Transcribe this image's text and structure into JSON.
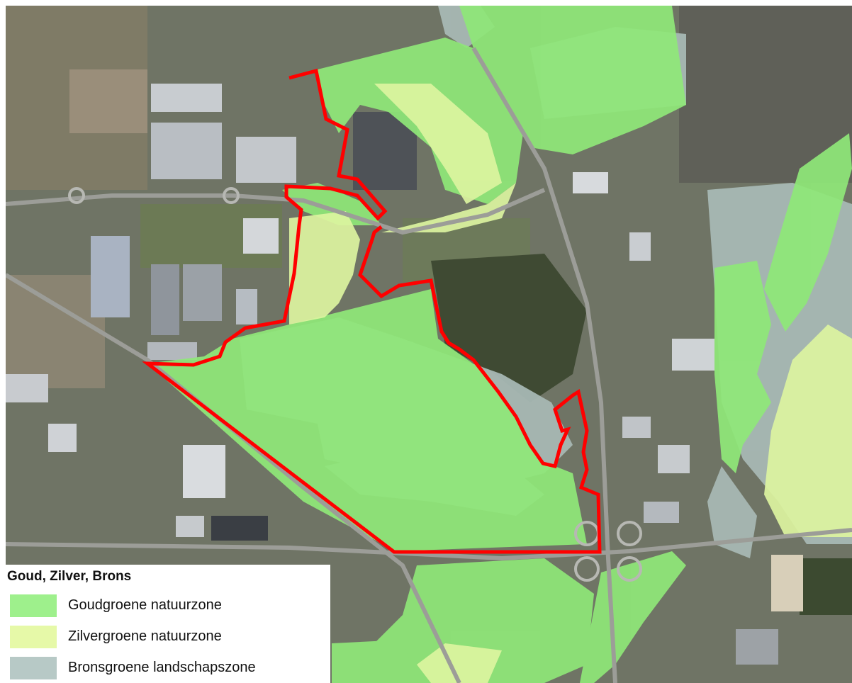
{
  "legend": {
    "title": "Goud, Zilver, Brons",
    "items": [
      {
        "label": "Goudgroene natuurzone",
        "color": "#9ef08c"
      },
      {
        "label": "Zilvergroene natuurzone",
        "color": "#e6f9a8"
      },
      {
        "label": "Bronsgroene landschapszone",
        "color": "#b7c9c6"
      }
    ]
  },
  "colors": {
    "boundary": "#ff0000",
    "gold": "#8fe878",
    "silver": "#dcf4a0",
    "bronze": "#a7b8b4"
  }
}
